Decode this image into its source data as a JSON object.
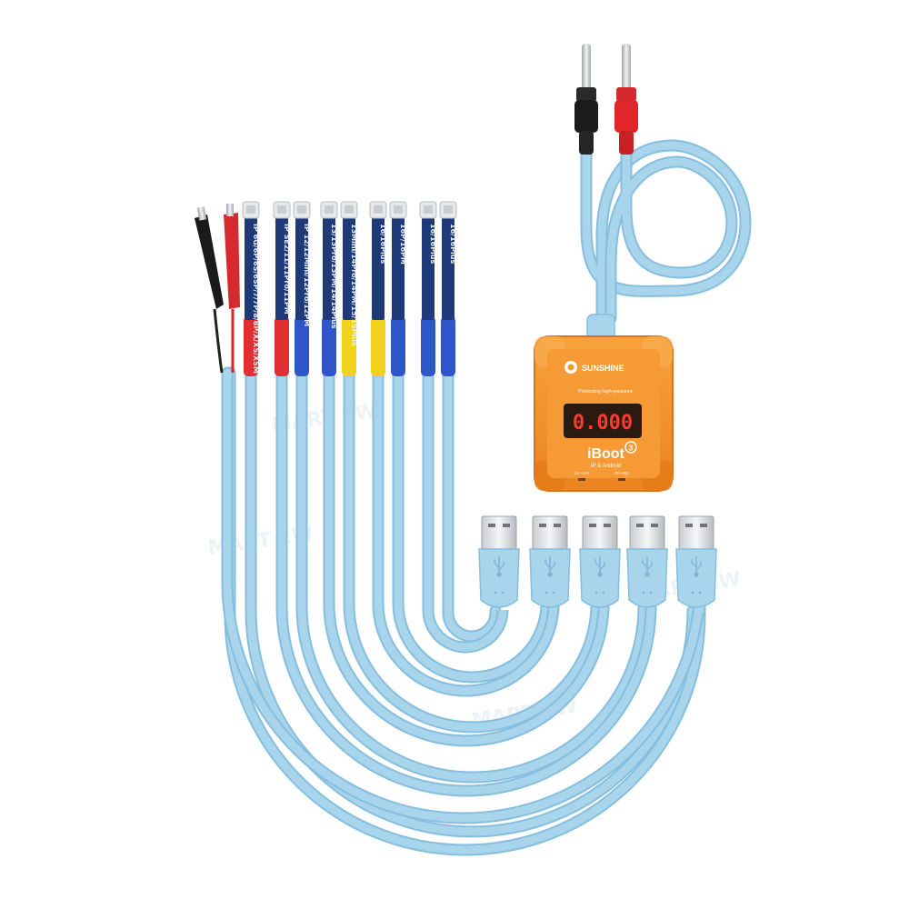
{
  "product": {
    "brand": "SUNSHINE",
    "model": "iBoot",
    "model_version": "3",
    "tagline": "Protecting high-pressure",
    "subtitle": "IP & Android",
    "display_reading": "0.000",
    "port_left": "4V~13V",
    "port_right": "3V~20p"
  },
  "cables": [
    {
      "label": "15Pro/15PM",
      "sleeve": "blue"
    },
    {
      "label": "IP 6G/6P/6S/6SP/7/7P/8/8P/X/XS/XSM",
      "sleeve": "red"
    },
    {
      "label": "IP SE2/11/11Pro/11PM",
      "sleeve": "red"
    },
    {
      "label": "IP 12/12Mini/12Pro/12PM",
      "sleeve": "blue"
    },
    {
      "label": "13/13Pro/13PM/14/14Plus",
      "sleeve": "blue"
    },
    {
      "label": "13Mini/14Pro/14PM/15/15Plus",
      "sleeve": "yellow"
    },
    {
      "label": "16/16Plus",
      "sleeve": "yellow"
    },
    {
      "label": "16P/16PM",
      "sleeve": "blue"
    },
    {
      "label": "16/16Plus",
      "sleeve": "blue"
    }
  ],
  "usb_plug_count": 5,
  "watermark": "MART EW",
  "colors": {
    "cable": "#a8d4ec",
    "cable_edge": "#86bedf",
    "box_orange": "#f4922a",
    "sleeve_blue": "#2f56c8",
    "sleeve_red": "#e02f32",
    "sleeve_yellow": "#f2d21c",
    "display_red": "#ff3b2f"
  }
}
